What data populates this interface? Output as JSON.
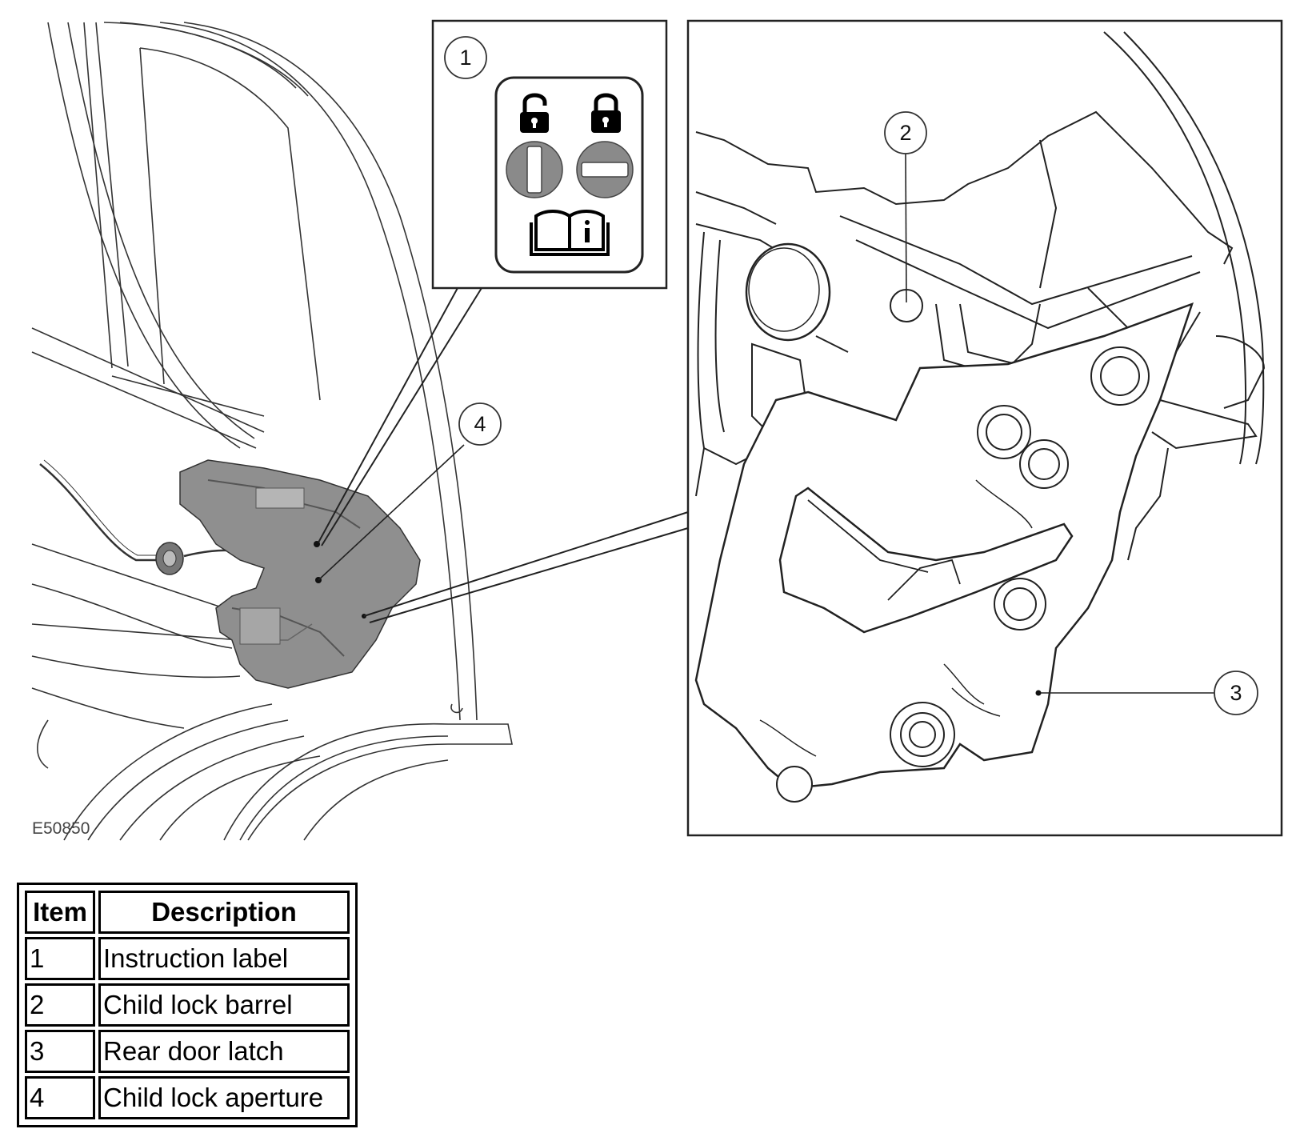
{
  "figure": {
    "id_label": "E50850",
    "callouts": [
      "1",
      "2",
      "3",
      "4"
    ]
  },
  "legend": {
    "headers": {
      "item": "Item",
      "description": "Description"
    },
    "rows": [
      {
        "item": "1",
        "description": "Instruction label"
      },
      {
        "item": "2",
        "description": "Child lock barrel"
      },
      {
        "item": "3",
        "description": "Rear door latch"
      },
      {
        "item": "4",
        "description": "Child lock aperture"
      }
    ]
  },
  "colors": {
    "line": "#222222",
    "icon_grey": "#8a8a8a",
    "latch_grey": "#8f8f8f"
  },
  "icons": [
    "unlocked-padlock-icon",
    "locked-padlock-icon",
    "manual-book-icon"
  ]
}
